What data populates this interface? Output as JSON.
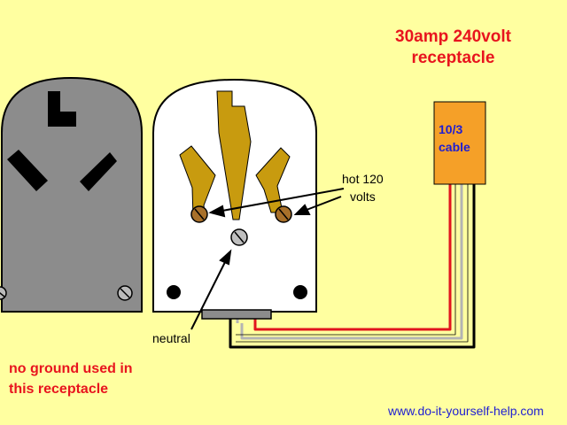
{
  "title": {
    "line1": "30amp 240volt",
    "line2": "receptacle"
  },
  "cable_label": {
    "line1": "10/3",
    "line2": "cable"
  },
  "hot_label": {
    "line1": "hot 120",
    "line2": "volts"
  },
  "neutral_label": "neutral",
  "ground_note": {
    "line1": "no ground used in",
    "line2": "this receptacle"
  },
  "website": "www.do-it-yourself-help.com",
  "colors": {
    "background": "#FFFFA0",
    "cover_plate": "#8C8C8C",
    "receptacle_body": "#FFFFFF",
    "brass_contact": "#C89B0F",
    "cable_sheath": "#F5A028",
    "hot_wire_red": "#E1141E",
    "hot_wire_black": "#000000",
    "neutral_wire": "#B4B4B4",
    "heading_text": "#E8141E",
    "link_text": "#1E1ED2"
  }
}
